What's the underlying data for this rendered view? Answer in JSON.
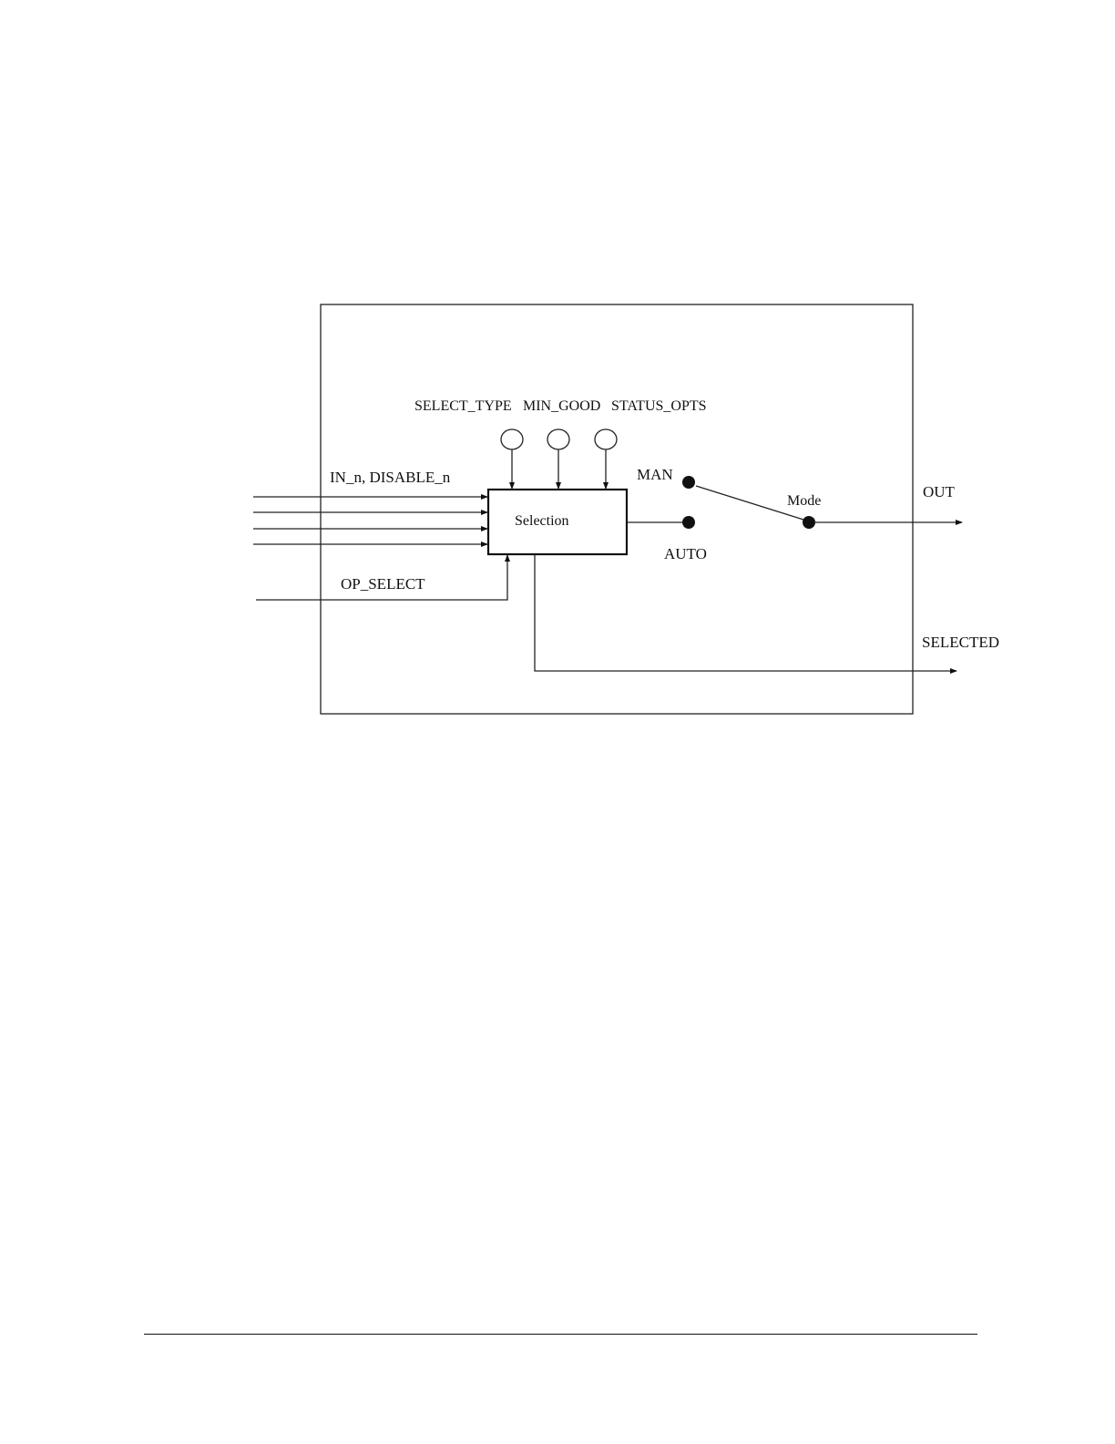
{
  "diagram": {
    "params": {
      "select_type": "SELECT_TYPE",
      "min_good": "MIN_GOOD",
      "status_opts": "STATUS_OPTS"
    },
    "inputs_label": "IN_n, DISABLE_n",
    "op_select_label": "OP_SELECT",
    "selection_label": "Selection",
    "man_label": "MAN",
    "auto_label": "AUTO",
    "mode_label": "Mode",
    "out_label": "OUT",
    "selected_label": "SELECTED"
  }
}
